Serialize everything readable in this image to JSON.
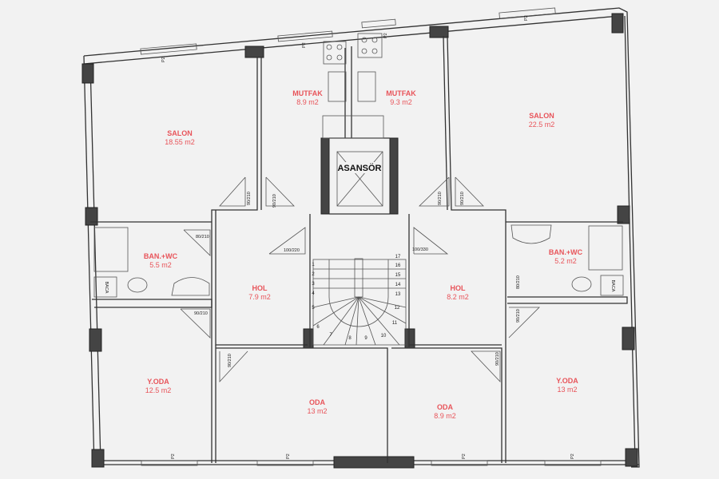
{
  "rooms": [
    {
      "name": "SALON",
      "area": "18.55 m2"
    },
    {
      "name": "MUTFAK",
      "area": "8.9 m2"
    },
    {
      "name": "MUTFAK",
      "area": "9.3 m2"
    },
    {
      "name": "SALON",
      "area": "22.5 m2"
    },
    {
      "name": "BAN.+WC",
      "area": "5.5 m2"
    },
    {
      "name": "BAN.+WC",
      "area": "5.2 m2"
    },
    {
      "name": "HOL",
      "area": "7.9 m2"
    },
    {
      "name": "HOL",
      "area": "8.2 m2"
    },
    {
      "name": "Y.ODA",
      "area": "12.5 m2"
    },
    {
      "name": "ODA",
      "area": "13 m2"
    },
    {
      "name": "ODA",
      "area": "8.9 m2"
    },
    {
      "name": "Y.ODA",
      "area": "13 m2"
    }
  ],
  "elevator": "ASANSÖR",
  "doors": [
    "90/210",
    "90/210",
    "90/210",
    "90/210",
    "80/210",
    "100/220",
    "100/330",
    "80/210",
    "90/210",
    "90/210",
    "90/210",
    "90/210"
  ],
  "chimney": [
    "BACA",
    "BACA"
  ],
  "window": "P2",
  "stairs": [
    "1",
    "2",
    "3",
    "4",
    "5",
    "6",
    "7",
    "8",
    "9",
    "10",
    "11",
    "12",
    "13",
    "14",
    "15",
    "16",
    "17"
  ]
}
